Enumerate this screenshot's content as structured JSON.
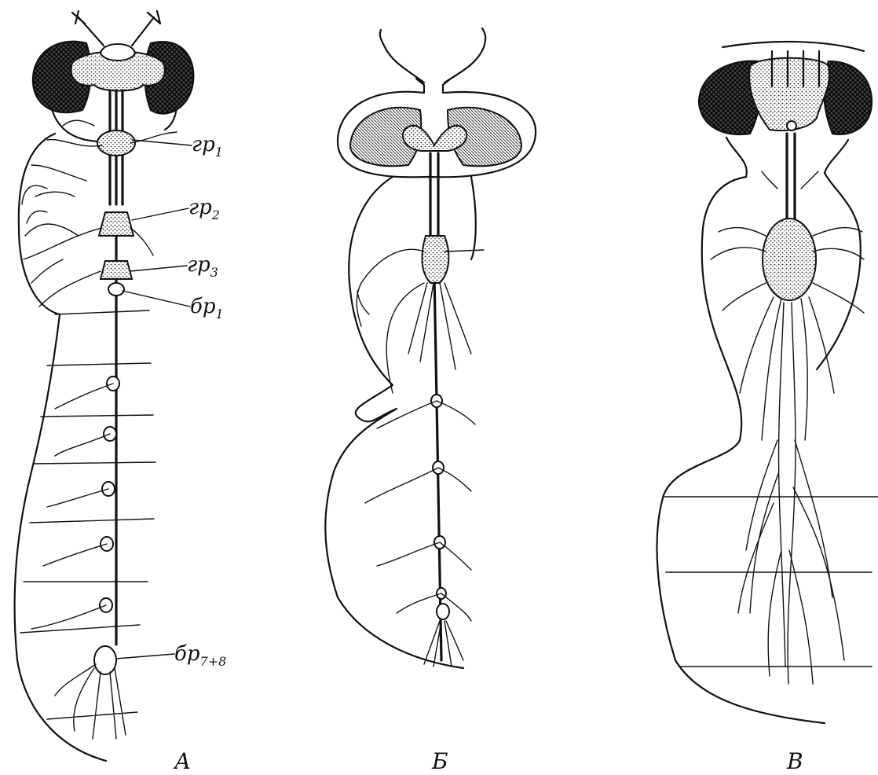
{
  "labels": {
    "gr1": {
      "main": "гр",
      "sub": "1"
    },
    "gr2": {
      "main": "гр",
      "sub": "2"
    },
    "gr3": {
      "main": "гр",
      "sub": "3"
    },
    "br1": {
      "main": "бр",
      "sub": "1"
    },
    "br78": {
      "main": "бр",
      "sub": "7+8"
    }
  },
  "panels": {
    "a": "А",
    "b": "Б",
    "v": "В"
  }
}
